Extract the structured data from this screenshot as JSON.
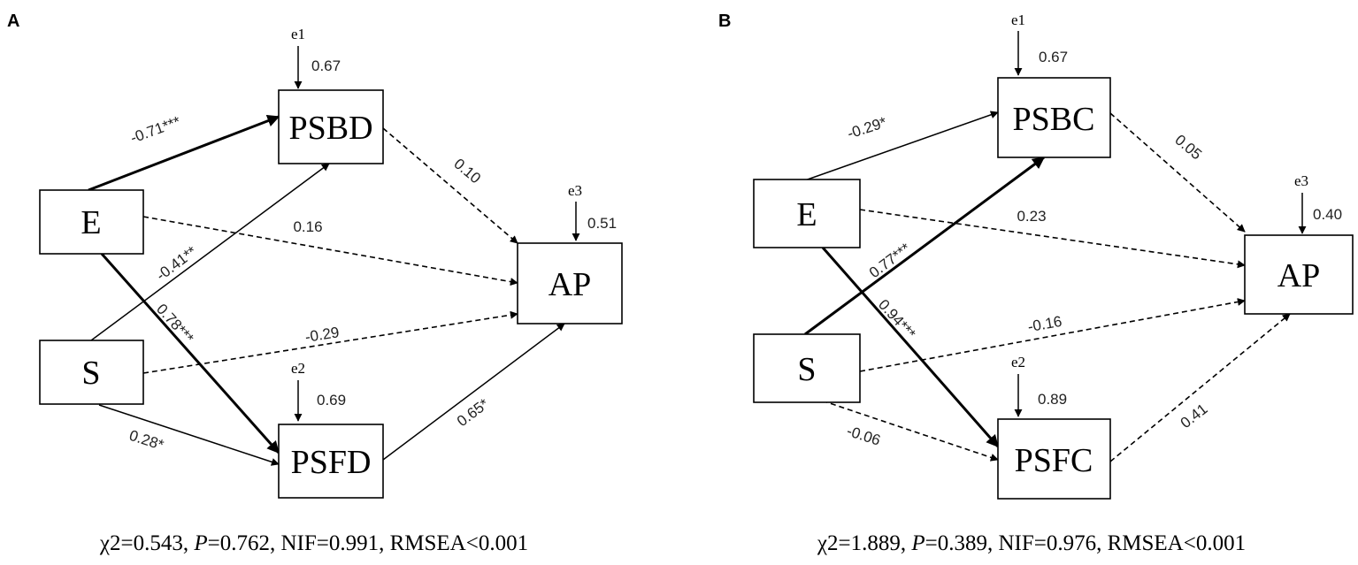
{
  "panels": [
    {
      "label": "A",
      "nodes": {
        "E": "E",
        "S": "S",
        "M1": "PSBD",
        "M2": "PSFD",
        "Y": "AP"
      },
      "errors": {
        "e1": {
          "name": "e1",
          "value": "0.67"
        },
        "e2": {
          "name": "e2",
          "value": "0.69"
        },
        "e3": {
          "name": "e3",
          "value": "0.51"
        }
      },
      "paths": {
        "E_M1": "-0.71***",
        "E_M2": "0.78***",
        "E_Y": "0.16",
        "S_M1": "-0.41**",
        "S_M2": "0.28*",
        "S_Y": "-0.29",
        "M1_Y": "0.10",
        "M2_Y": "0.65*"
      },
      "fit": {
        "chi_prefix": "χ2=0.543, ",
        "p_label": "P",
        "p_value": "=0.762, NIF=0.991, RMSEA<0.001"
      }
    },
    {
      "label": "B",
      "nodes": {
        "E": "E",
        "S": "S",
        "M1": "PSBC",
        "M2": "PSFC",
        "Y": "AP"
      },
      "errors": {
        "e1": {
          "name": "e1",
          "value": "0.67"
        },
        "e2": {
          "name": "e2",
          "value": "0.89"
        },
        "e3": {
          "name": "e3",
          "value": "0.40"
        }
      },
      "paths": {
        "E_M1": "-0.29*",
        "E_M2": "0.94***",
        "E_Y": "0.23",
        "S_M1": "0.77***",
        "S_M2": "-0.06",
        "S_Y": "-0.16",
        "M1_Y": "0.05",
        "M2_Y": "0.41"
      },
      "fit": {
        "chi_prefix": "χ2=1.889, ",
        "p_label": "P",
        "p_value": "=0.389, NIF=0.976, RMSEA<0.001"
      }
    }
  ]
}
